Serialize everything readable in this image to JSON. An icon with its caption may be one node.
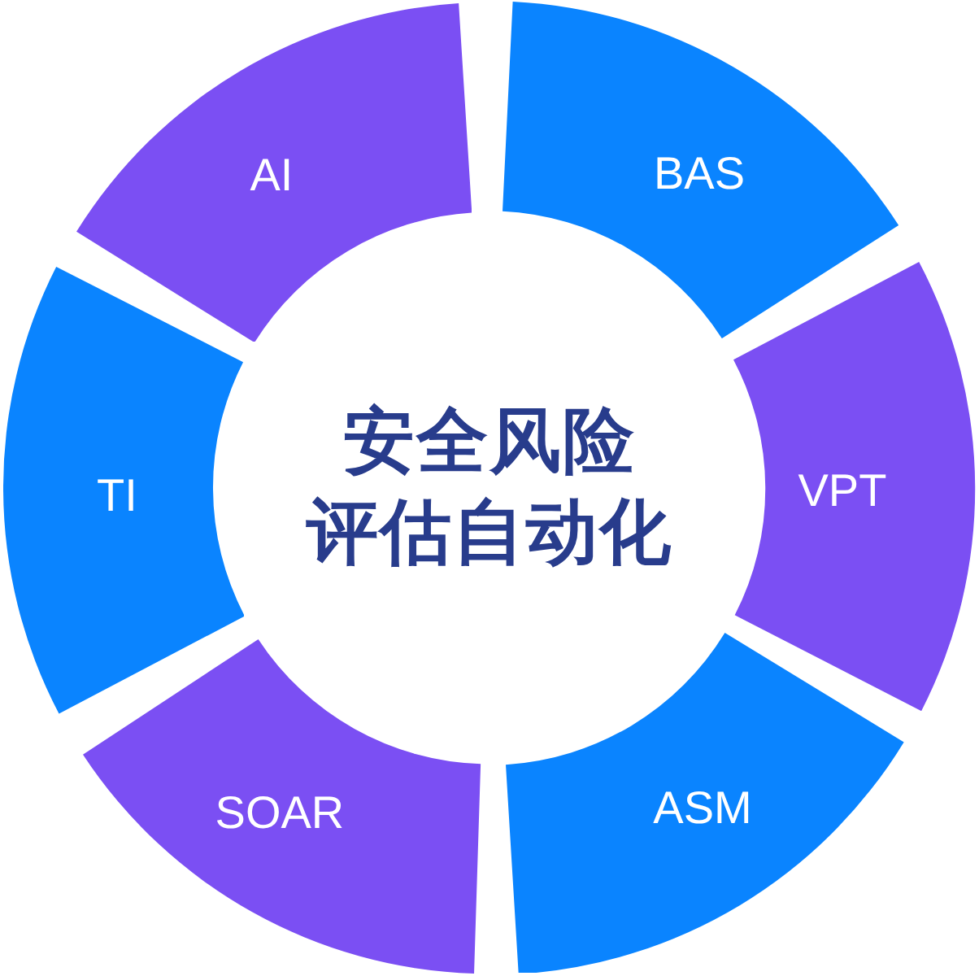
{
  "diagram": {
    "nodes": [
      {
        "text": [
          "安全风险评估自动化"
        ]
      },
      {
        "text": [
          "BAS"
        ]
      },
      {
        "text": [
          "VPT"
        ]
      },
      {
        "text": [
          "ASM"
        ]
      },
      {
        "text": [
          "SOAR"
        ]
      },
      {
        "text": [
          "TI"
        ]
      },
      {
        "text": [
          "AI"
        ]
      }
    ]
  }
}
